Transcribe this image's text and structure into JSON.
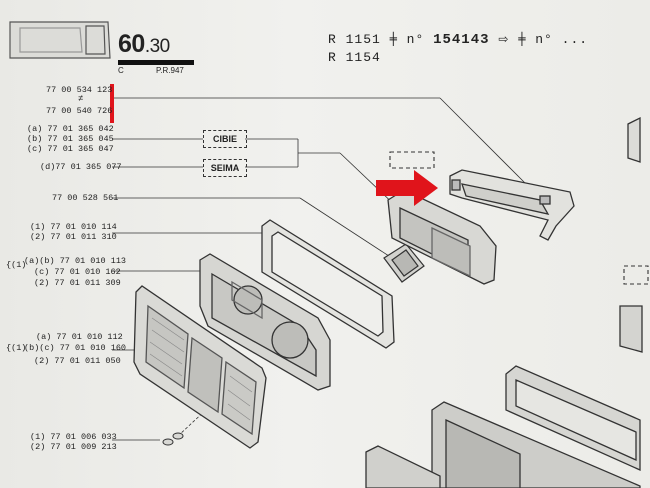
{
  "header": {
    "section": "60",
    "sub": ".30",
    "code_c": "C",
    "code_pr": "P.R.947",
    "ref_line1_a": "R 1151",
    "ref_line1_b": "n°",
    "ref_line1_num": "154143",
    "ref_line1_c": "⇨",
    "ref_line1_d": "n°",
    "ref_line1_e": "...",
    "ref_line2": "R 1154"
  },
  "parts": {
    "p1a": "77 00 534 123",
    "p1neq": "≠",
    "p1b": "77 00 540 726",
    "p2a": "(a) 77 01 365 042",
    "p2b": "(b) 77 01 365 045",
    "p2c": "(c) 77 01 365 047",
    "p3": "(d)77 01 365 077",
    "p4": "77 00 528 561",
    "p5a": "(1) 77 01 010 114",
    "p5b": "(2) 77 01 011 310",
    "p6a": "(a)(b) 77 01 010 113",
    "p6b": "(c) 77 01 010 162",
    "p6c": "(2) 77 01 011 309",
    "p6brace": "{(1)",
    "p7a": "(a) 77 01 010 112",
    "p7b": "(b)(c) 77 01 010 160",
    "p7c": "(2) 77 01 011 050",
    "p7brace": "{(1)",
    "p8a": "(1) 77 01 006 033",
    "p8b": "(2) 77 01 009 213"
  },
  "labels": {
    "cibie": "CIBIE",
    "seima": "SEIMA"
  },
  "colors": {
    "accent_red": "#e0141b",
    "ink": "#222222",
    "paper": "#ecece8"
  }
}
